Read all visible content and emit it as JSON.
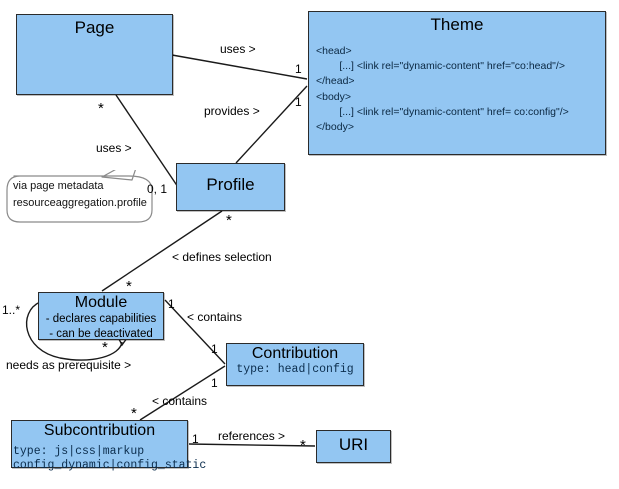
{
  "diagram": {
    "title": "Page / Theme / Profile / Module content model",
    "type": "uml-class-diagram",
    "colors": {
      "box_fill": "#93C6F2",
      "box_border": "#2b2b2b",
      "line": "#1a1a1a",
      "code_text": "#0b2d4d",
      "background": "#ffffff"
    }
  },
  "boxes": {
    "page": {
      "title": "Page"
    },
    "theme": {
      "title": "Theme",
      "code_lines": [
        "<head>",
        "        [...] <link rel=\"dynamic-content\" href=\"co:head\"/>",
        "</head>",
        "<body>",
        "        [...] <link rel=\"dynamic-content\" href= co:config\"/>",
        "</body>"
      ]
    },
    "profile": {
      "title": "Profile"
    },
    "module": {
      "title": "Module",
      "attributes": [
        "- declares capabilities",
        "- can be deactivated"
      ]
    },
    "contribution": {
      "title": "Contribution",
      "code_lines": [
        "type: head|config"
      ]
    },
    "subcontribution": {
      "title": "Subcontribution",
      "code_lines": [
        "type: js|css|markup",
        "config_dynamic|config_static"
      ]
    },
    "uri": {
      "title": "URI"
    }
  },
  "callout": {
    "lines": [
      "via page metadata",
      "resourceaggregation.profile"
    ]
  },
  "edge_labels": {
    "page_uses_theme": "uses >",
    "profile_provides_theme": "provides >",
    "page_uses_profile": "uses >",
    "profile_defines_selection": "< defines selection",
    "module_contains_contribution": "< contains",
    "subcontribution_contains": "< contains",
    "module_prerequisite": "needs as prerequisite >",
    "subcontribution_references_uri": "references >"
  },
  "multiplicities": {
    "theme_from_page": "1",
    "theme_from_profile": "1",
    "page_to_profile_star": "*",
    "profile_side_zero_one": "0, 1",
    "profile_bottom_star": "*",
    "module_top_star": "*",
    "module_left": "1..*",
    "module_bottom_star": "*",
    "module_right_one": "1",
    "contribution_top_one": "1",
    "contribution_bottom_one": "1",
    "subcontribution_top_star": "*",
    "subcontribution_right_one": "1",
    "uri_left_star": "*"
  }
}
